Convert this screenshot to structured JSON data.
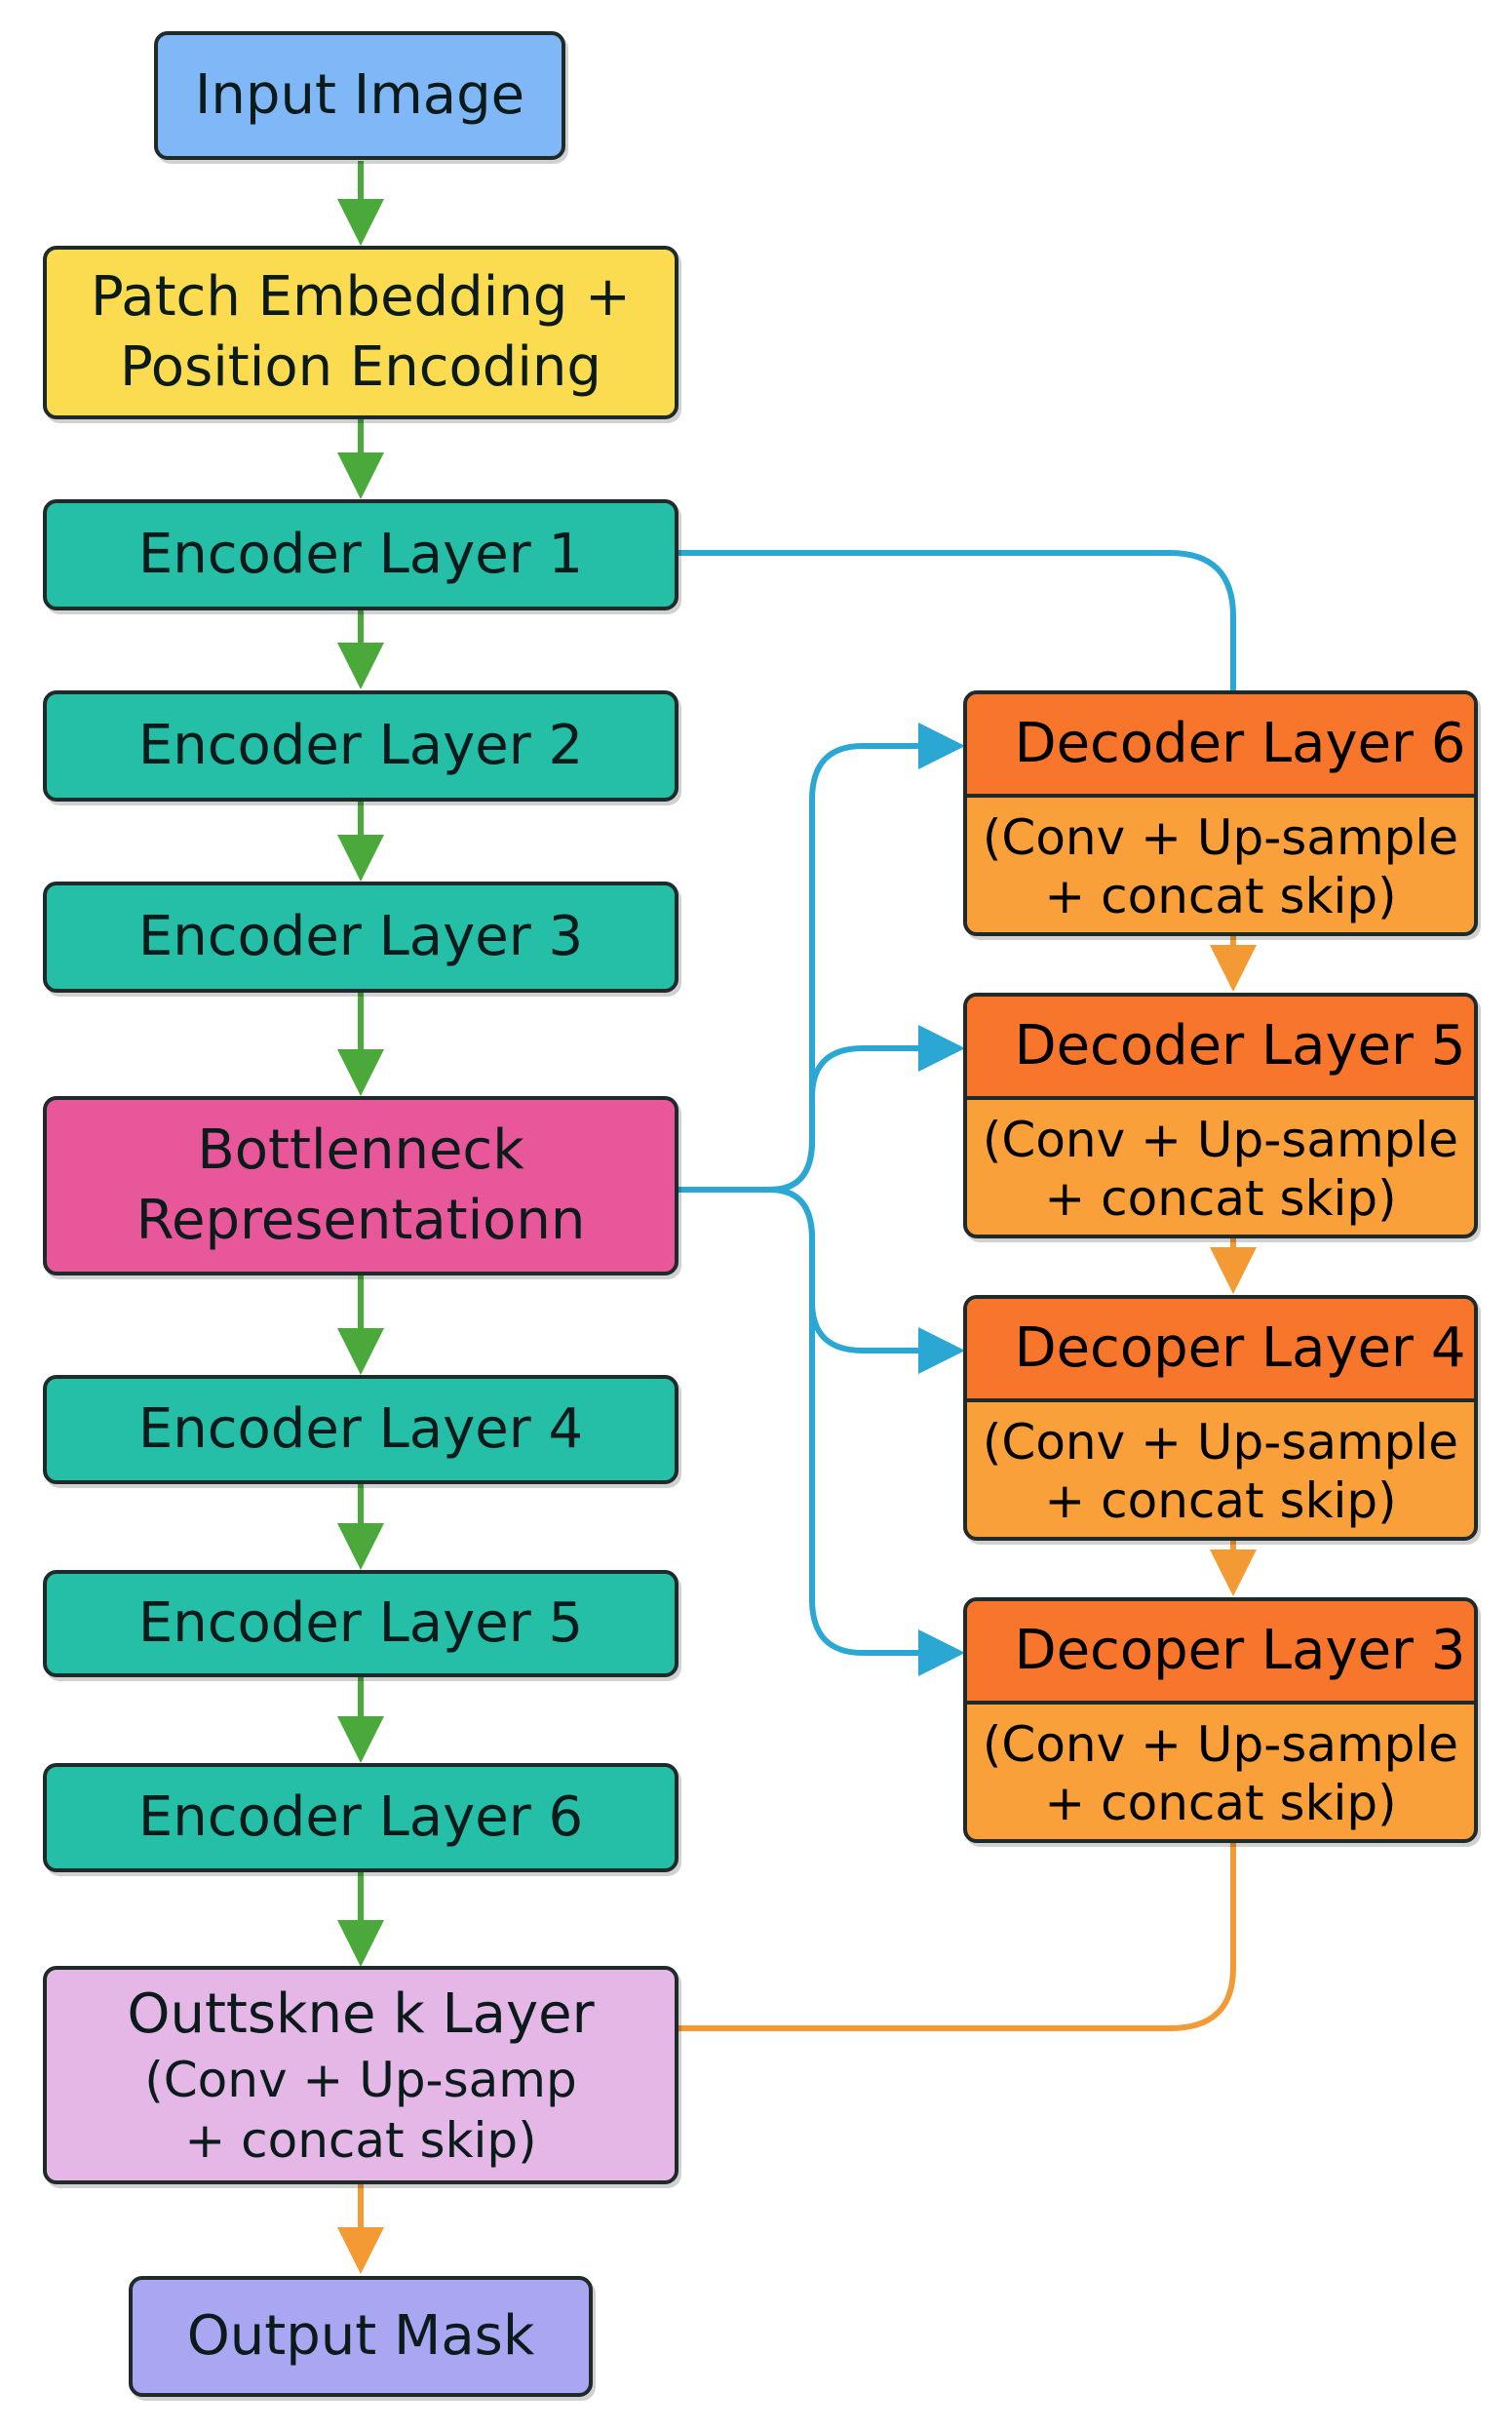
{
  "nodes": {
    "input_image": "Input Image",
    "patch_embedding": [
      "Patch Embedding +",
      "Position Encoding"
    ],
    "encoder_1": "Encoder Layer 1",
    "encoder_2": "Encoder Layer 2",
    "encoder_3": "Encoder Layer 3",
    "bottleneck": [
      "Bottlenneck",
      "Representationn"
    ],
    "encoder_4": "Encoder Layer 4",
    "encoder_5": "Encoder Layer 5",
    "encoder_6": "Encoder Layer 6",
    "output_layer": [
      "Outtskne k Layer",
      "(Conv + Up-samp",
      "+ concat skip)"
    ],
    "output_mask": "Output Mask"
  },
  "decoders": [
    {
      "title": "Decoder Layer 6",
      "body": [
        "(Conv + Up-sample",
        "+ concat skip)"
      ]
    },
    {
      "title": "Decoder Layer 5",
      "body": [
        "(Conv + Up-sample",
        "+ concat skip)"
      ]
    },
    {
      "title": "Decoper Layer 4",
      "body": [
        "(Conv + Up-sample",
        "+ concat skip)"
      ]
    },
    {
      "title": "Decoper Layer 3",
      "body": [
        "(Conv + Up-sample",
        "+ concat skip)"
      ]
    }
  ],
  "colors": {
    "input": "#80b8f7",
    "patch": "#fbdc50",
    "encoder": "#25bea6",
    "bottleneck": "#e9579b",
    "output_layer": "#e4b7e6",
    "output_mask": "#a9a6f2",
    "decoder_head": "#f7762b",
    "decoder_body": "#f9a03a",
    "arrow_green": "#4aa93a",
    "arrow_blue": "#2aa7d2",
    "arrow_orange": "#f39a35"
  }
}
